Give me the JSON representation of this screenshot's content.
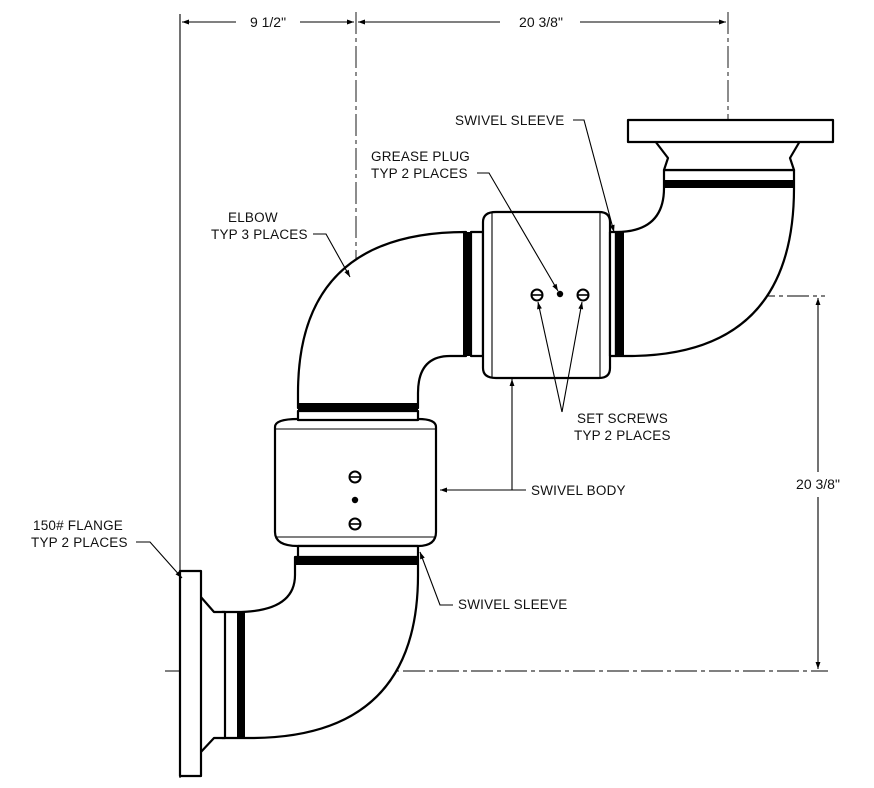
{
  "dimensions": {
    "left_offset": "9 1/2\"",
    "top_span": "20 3/8\"",
    "right_height": "20 3/8\""
  },
  "callouts": {
    "swivel_sleeve_top": [
      "SWIVEL SLEEVE"
    ],
    "grease_plug": [
      "GREASE PLUG",
      "TYP 2 PLACES"
    ],
    "elbow": [
      "ELBOW",
      "TYP 3 PLACES"
    ],
    "set_screws": [
      "SET SCREWS",
      "TYP 2 PLACES"
    ],
    "swivel_body": [
      "SWIVEL BODY"
    ],
    "flange": [
      "150# FLANGE",
      "TYP 2 PLACES"
    ],
    "swivel_sleeve_bottom": [
      "SWIVEL SLEEVE"
    ]
  },
  "colors": {
    "line": "#000000",
    "paper": "#ffffff"
  }
}
